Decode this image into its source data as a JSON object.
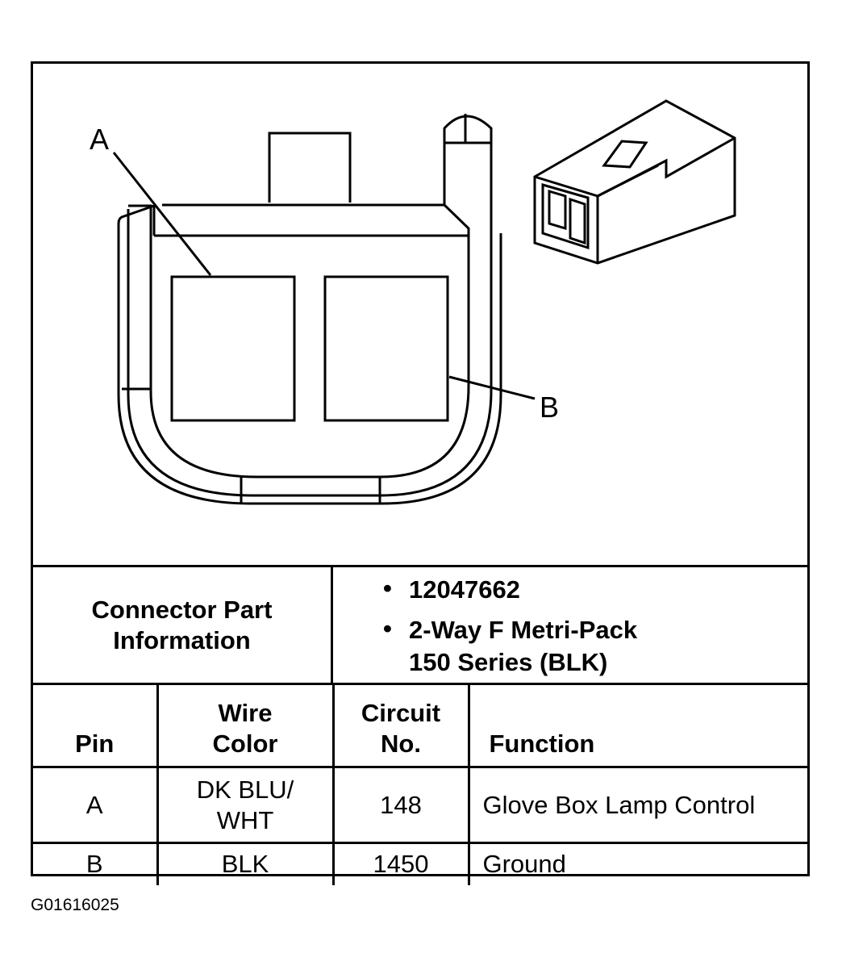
{
  "diagram": {
    "label_a": "A",
    "label_b": "B"
  },
  "info": {
    "left_line1": "Connector Part",
    "left_line2": "Information",
    "bullet_glyph": "•",
    "part_number": "12047662",
    "description_line1": "2-Way F Metri-Pack",
    "description_line2": "150 Series (BLK)"
  },
  "table": {
    "headers": {
      "pin": "Pin",
      "wire_color_line1": "Wire",
      "wire_color_line2": "Color",
      "circuit_line1": "Circuit",
      "circuit_line2": "No.",
      "function": "Function"
    },
    "rows": [
      {
        "pin": "A",
        "wire_color_line1": "DK BLU/",
        "wire_color_line2": "WHT",
        "circuit": "148",
        "function": "Glove Box Lamp Control"
      },
      {
        "pin": "B",
        "wire_color_line1": "BLK",
        "wire_color_line2": "",
        "circuit": "1450",
        "function": "Ground"
      }
    ]
  },
  "caption": "G01616025"
}
